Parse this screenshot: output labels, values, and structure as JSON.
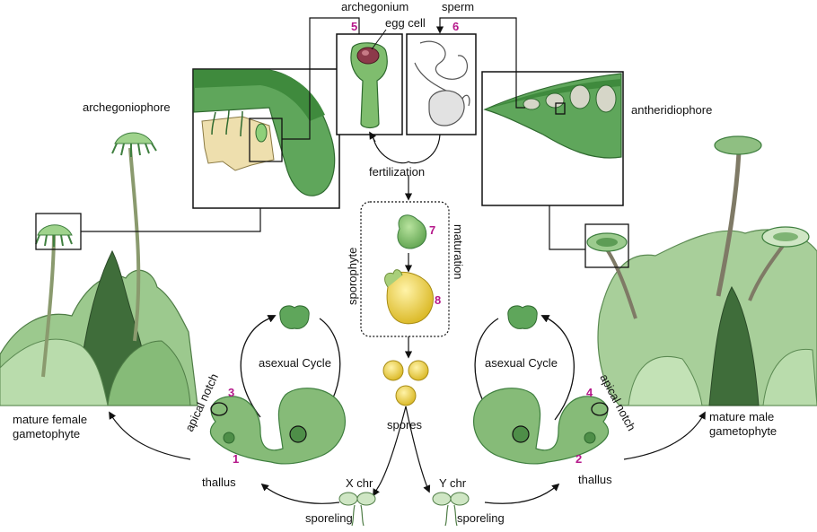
{
  "labels": {
    "archegonium": "archegonium",
    "egg_cell": "egg cell",
    "sperm": "sperm",
    "archegoniophore": "archegoniophore",
    "antheridiophore": "antheridiophore",
    "fertilization": "fertilization",
    "sporophyte": "sporophyte",
    "maturation": "maturation",
    "asexual_cycle_left": "asexual Cycle",
    "asexual_cycle_right": "asexual Cycle",
    "apical_notch_left": "apical notch",
    "apical_notch_right": "apical notch",
    "mature_female_line1": "mature female",
    "mature_female_line2": "gametophyte",
    "mature_male_line1": "mature male",
    "mature_male_line2": "gametophyte",
    "thallus_left": "thallus",
    "thallus_right": "thallus",
    "spores": "spores",
    "x_chr": "X chr",
    "y_chr": "Y chr",
    "sporeling_left": "sporeling",
    "sporeling_right": "sporeling"
  },
  "numbers": {
    "n1": "1",
    "n2": "2",
    "n3": "3",
    "n4": "4",
    "n5": "5",
    "n6": "6",
    "n7": "7",
    "n8": "8"
  },
  "colors": {
    "step_number": "#b5178a",
    "dark_green": "#3f7f3f",
    "mid_green": "#6fa866",
    "light_green": "#a8cf9a",
    "pale_green": "#cfe6c4",
    "spore_yellow": "#e6cc3a",
    "egg": "#8c3a4a",
    "tissue_tan": "#eedfae"
  }
}
